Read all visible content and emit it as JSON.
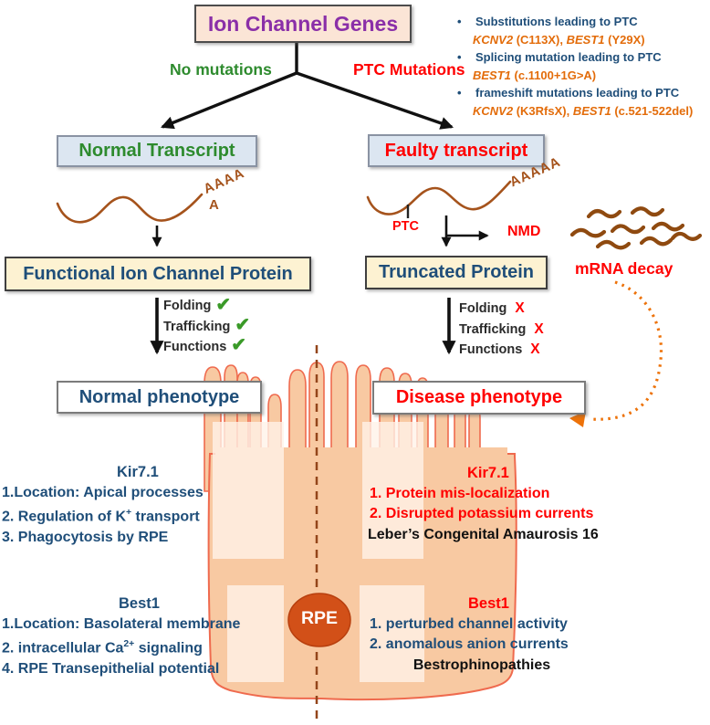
{
  "title": "Ion Channel Genes",
  "branches": {
    "left": "No mutations",
    "right": "PTC Mutations"
  },
  "ptc_list": {
    "bullet": "•",
    "b1": "Substitutions leading to PTC",
    "b1g": {
      "g1": "KCNV2",
      "t1": " (C113X), ",
      "g2": "BEST1",
      "t2": " (Y29X)"
    },
    "b2": "Splicing mutation leading to PTC",
    "b2g": {
      "g1": "BEST1",
      "t1": " (c.1100+1G>A)"
    },
    "b3": "frameshift mutations leading to PTC",
    "b3g": {
      "g1": "KCNV2",
      "t1": " (K3RfsX), ",
      "g2": "BEST1",
      "t2": " (c.521-522del)"
    }
  },
  "flow": {
    "normal_transcript": "Normal Transcript",
    "faulty_transcript": "Faulty transcript",
    "polya_left_top": "AAAA",
    "polya_left_bottom": "A",
    "polya_right": "AAAAA",
    "ptc": "PTC",
    "nmd": "NMD",
    "functional_protein": "Functional Ion Channel Protein",
    "truncated_protein": "Truncated Protein",
    "mrna_decay": "mRNA decay",
    "steps": {
      "folding": "Folding",
      "trafficking": "Trafficking",
      "functions": "Functions"
    },
    "check": "✔",
    "cross": "X",
    "normal_phenotype": "Normal phenotype",
    "disease_phenotype": "Disease phenotype"
  },
  "rpe": {
    "label": "RPE"
  },
  "kir_left": {
    "title": "Kir7.1",
    "l1": "1.Location: Apical processes",
    "l2a": "2. Regulation of K",
    "l2sup": "+",
    "l2b": " transport",
    "l3": "3. Phagocytosis by RPE"
  },
  "kir_right": {
    "title": "Kir7.1",
    "l1": "1. Protein mis-localization",
    "l2": "2. Disrupted potassium currents",
    "l3": "Leber’s Congenital Amaurosis 16"
  },
  "best_left": {
    "title": "Best1",
    "l1": "1.Location: Basolateral membrane",
    "l2a": "2. intracellular Ca",
    "l2sup": "2+",
    "l2b": " signaling",
    "l3": "4. RPE Transepithelial potential"
  },
  "best_right": {
    "title": "Best1",
    "l1": "1. perturbed channel activity",
    "l2": "2. anomalous anion currents",
    "l3": "Bestrophinopathies"
  },
  "colors": {
    "title_purple": "#8a2fa8",
    "green": "#2e8b2e",
    "red": "#ff0000",
    "dark_blue": "#1f4e79",
    "gene_orange": "#e36c0a",
    "mrna_brown": "#a5531c",
    "title_box_bg": "#fbe5d6",
    "transcript_box_bg": "#dce6f1",
    "protein_box_bg": "#fdf2d2",
    "cell_fill": "#f8c9a2",
    "cell_stroke": "#ef6a4e",
    "rpe_oval": "#d25018",
    "decay_dotted_orange": "#ed7209"
  }
}
